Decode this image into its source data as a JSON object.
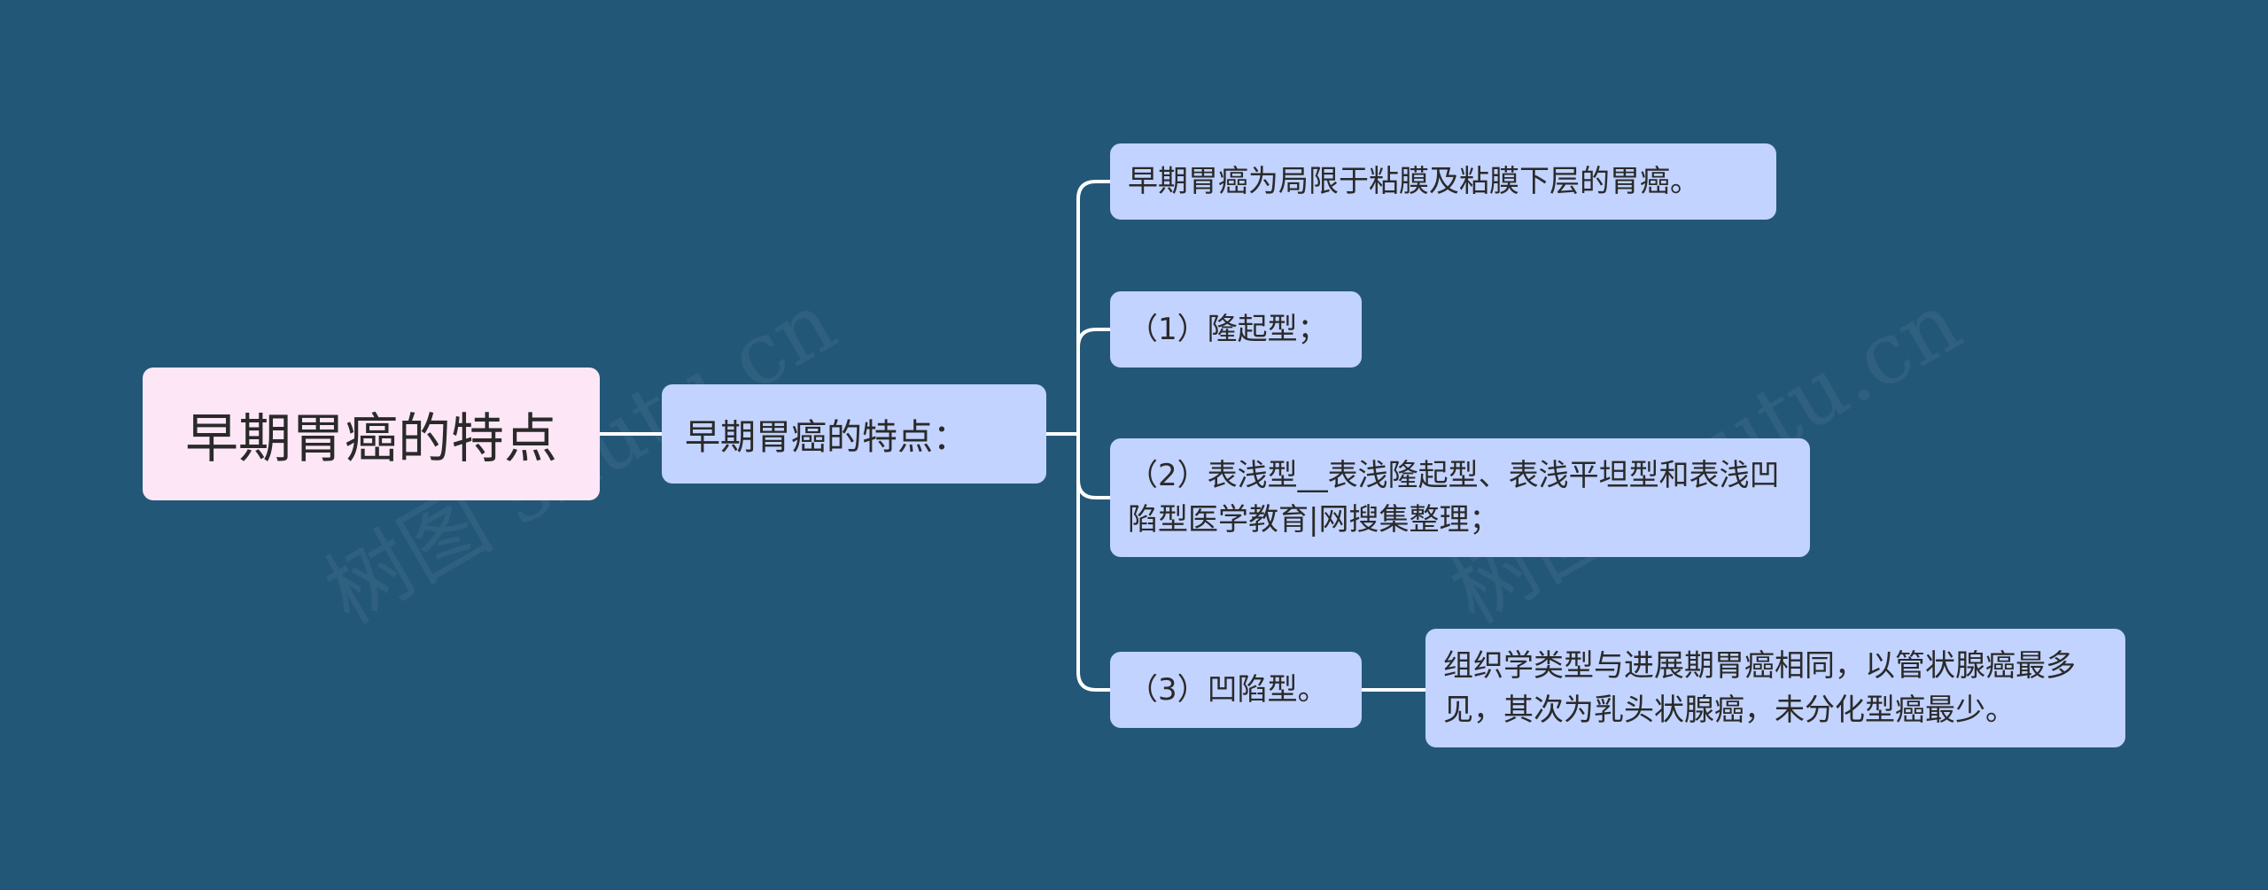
{
  "root": {
    "label": "早期胃癌的特点"
  },
  "branch": {
    "label": "早期胃癌的特点："
  },
  "leaves": [
    {
      "label": "早期胃癌为局限于粘膜及粘膜下层的胃癌。"
    },
    {
      "label": "（1）隆起型；"
    },
    {
      "label": "（2）表浅型__表浅隆起型、表浅平坦型和表浅凹陷型医学教育|网搜集整理；"
    },
    {
      "label": "（3）凹陷型。"
    }
  ],
  "subleaf": {
    "label": "组织学类型与进展期胃癌相同，以管状腺癌最多见，其次为乳头状腺癌，未分化型癌最少。"
  },
  "watermark": "树图 shutu.cn",
  "colors": {
    "background": "#235778",
    "root_fill": "#fde7f6",
    "node_fill": "#c2d3ff",
    "connector": "#ffffff"
  }
}
